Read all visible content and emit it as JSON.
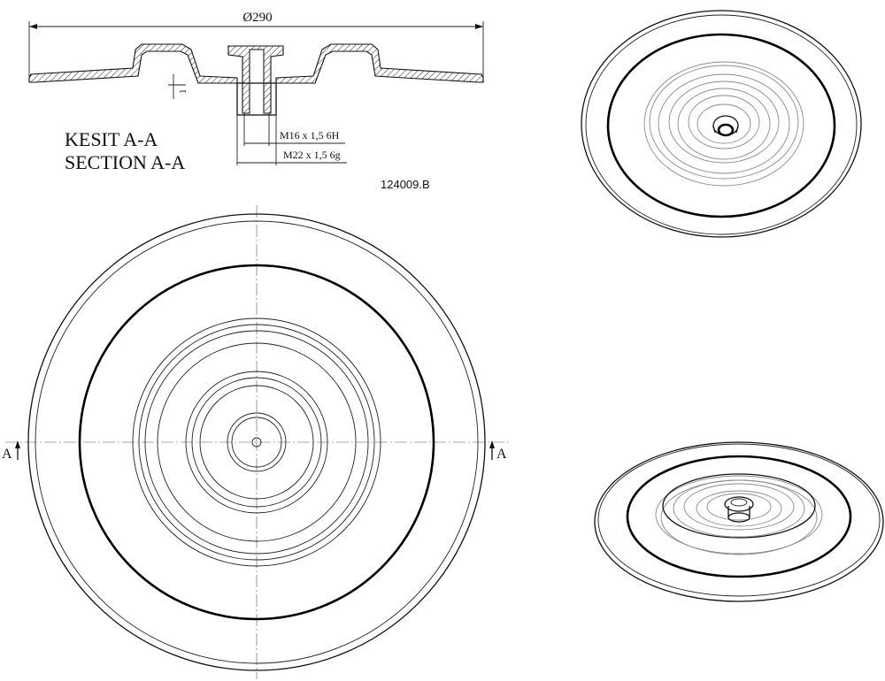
{
  "drawing_number": "124009.B",
  "section": {
    "title_tr": "KESIT A-A",
    "title_en": "SECTION A-A",
    "diameter_label": "Ø290",
    "small_dim_label": "1",
    "thread_inner_label": "M16 x 1,5 6H",
    "thread_outer_label": "M22 x 1,5 6g"
  },
  "section_marker": {
    "left_label": "A",
    "right_label": "A"
  }
}
